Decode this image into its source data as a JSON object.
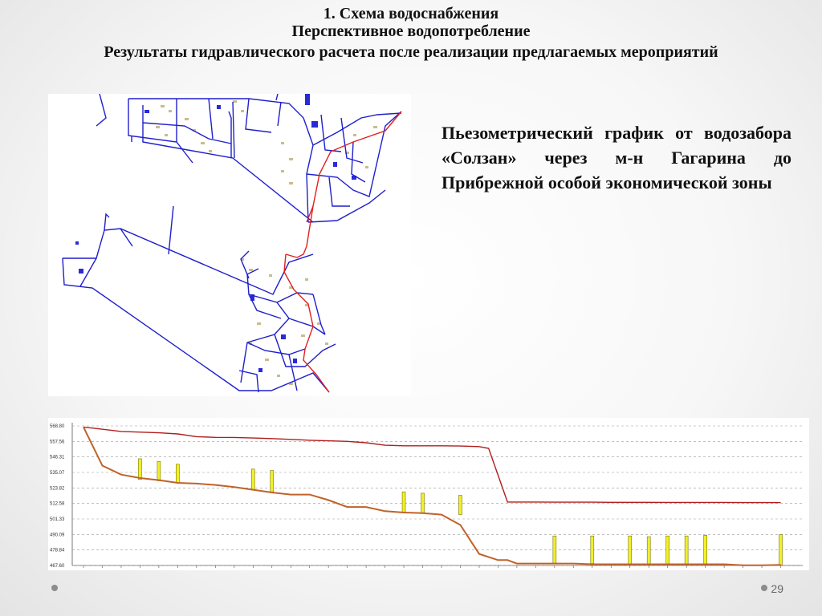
{
  "titles": {
    "line1": "1. Схема водоснабжения",
    "line2": "Перспективное водопотребление",
    "line3": "Результаты гидравлического расчета после реализации предлагаемых мероприятий"
  },
  "description": "Пьезометрический график от водозабора «Солзан» через м-н Гагарина до Прибрежной особой экономической зоны",
  "page_number": "29",
  "colors": {
    "network": "#1f1fcc",
    "route": "#e02020",
    "buildings_blue": "#2a2ad8",
    "buildings_tan": "#c8bd8c",
    "pressure_line": "#b01e1e",
    "ground_line": "#c0622a",
    "marker_fill": "#f2ef2a",
    "marker_stroke": "#7a7a00"
  },
  "chart_data": {
    "type": "line",
    "ylim": [
      467.6,
      568.8
    ],
    "yticks": [
      {
        "value": 568.8,
        "label": "568.80"
      },
      {
        "value": 557.56,
        "label": "557.56"
      },
      {
        "value": 546.31,
        "label": "546.31"
      },
      {
        "value": 535.07,
        "label": "535.07"
      },
      {
        "value": 523.82,
        "label": "523.82"
      },
      {
        "value": 512.58,
        "label": "512.58"
      },
      {
        "value": 501.33,
        "label": "501.33"
      },
      {
        "value": 490.09,
        "label": "490.09"
      },
      {
        "value": 478.84,
        "label": "478.84"
      },
      {
        "value": 467.6,
        "label": "467.60"
      }
    ],
    "xlim": [
      0,
      38
    ],
    "series": [
      {
        "key": "pressure",
        "x": [
          0,
          2,
          4,
          5,
          6,
          7,
          8,
          9,
          10,
          11,
          12,
          13,
          14,
          15,
          16,
          17,
          18,
          19,
          20,
          21,
          21.5,
          22.5,
          23,
          24,
          25,
          26,
          27,
          28,
          29,
          30,
          31,
          32,
          33,
          34,
          35,
          36,
          37
        ],
        "y": [
          568.0,
          564.8,
          563.8,
          563.0,
          561.0,
          560.5,
          560.4,
          560.0,
          559.6,
          559.0,
          558.4,
          558.0,
          557.6,
          556.6,
          554.8,
          554.4,
          554.4,
          554.4,
          554.2,
          553.8,
          552.5,
          513.6,
          513.6,
          513.6,
          513.5,
          513.5,
          513.5,
          513.4,
          513.4,
          513.4,
          513.3,
          513.3,
          513.3,
          513.3,
          513.2,
          513.2,
          513.2
        ]
      },
      {
        "key": "ground",
        "x": [
          0,
          1,
          2,
          3,
          4,
          5,
          6,
          7,
          8,
          9,
          10,
          11,
          12,
          13,
          14,
          15,
          16,
          17,
          18,
          19,
          20,
          21,
          22,
          22.5,
          23,
          24,
          25,
          26,
          27,
          28,
          29,
          30,
          31,
          32,
          33,
          34,
          35,
          36,
          37
        ],
        "y": [
          568.0,
          540.0,
          533.5,
          531.0,
          529.5,
          527.5,
          527.0,
          526.0,
          524.5,
          522.5,
          520.5,
          519.0,
          519.0,
          515.0,
          510.0,
          510.0,
          507.0,
          506.0,
          505.5,
          504.5,
          497.0,
          476.0,
          471.5,
          471.5,
          469.0,
          469.0,
          469.0,
          469.0,
          468.5,
          468.5,
          468.5,
          468.5,
          468.5,
          468.5,
          468.5,
          468.5,
          467.8,
          467.8,
          468.0
        ]
      }
    ],
    "markers": [
      {
        "x": 3,
        "y0": 530.0,
        "y1": 545.0
      },
      {
        "x": 4,
        "y0": 529.0,
        "y1": 543.0
      },
      {
        "x": 5,
        "y0": 527.5,
        "y1": 541.0
      },
      {
        "x": 9,
        "y0": 522.5,
        "y1": 537.5
      },
      {
        "x": 10,
        "y0": 521.0,
        "y1": 536.5
      },
      {
        "x": 17,
        "y0": 506.0,
        "y1": 521.0
      },
      {
        "x": 18,
        "y0": 505.5,
        "y1": 520.0
      },
      {
        "x": 20,
        "y0": 504.5,
        "y1": 518.5
      },
      {
        "x": 25,
        "y0": 469.0,
        "y1": 489.0
      },
      {
        "x": 27,
        "y0": 469.0,
        "y1": 489.0
      },
      {
        "x": 29,
        "y0": 468.5,
        "y1": 489.0
      },
      {
        "x": 30,
        "y0": 468.5,
        "y1": 488.5
      },
      {
        "x": 31,
        "y0": 468.5,
        "y1": 489.0
      },
      {
        "x": 32,
        "y0": 468.5,
        "y1": 489.0
      },
      {
        "x": 33,
        "y0": 468.5,
        "y1": 489.5
      },
      {
        "x": 37,
        "y0": 468.0,
        "y1": 490.0
      }
    ]
  }
}
